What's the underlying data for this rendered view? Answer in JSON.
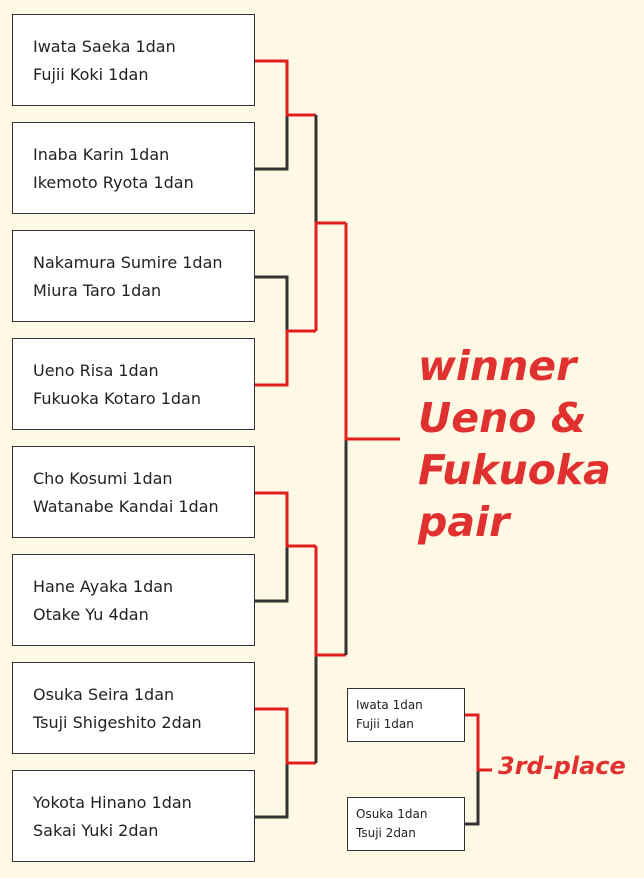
{
  "colors": {
    "background": "#fdf9e4",
    "winner_line": "#e02020",
    "loser_line": "#333333",
    "accent_text": "#e03030"
  },
  "pairs": [
    {
      "player1": "Iwata Saeka 1dan",
      "player2": "Fujii Koki 1dan"
    },
    {
      "player1": "Inaba Karin 1dan",
      "player2": "Ikemoto Ryota 1dan"
    },
    {
      "player1": "Nakamura Sumire 1dan",
      "player2": "Miura Taro 1dan"
    },
    {
      "player1": "Ueno Risa 1dan",
      "player2": "Fukuoka Kotaro 1dan"
    },
    {
      "player1": "Cho Kosumi 1dan",
      "player2": "Watanabe Kandai 1dan"
    },
    {
      "player1": "Hane Ayaka 1dan",
      "player2": "Otake Yu 4dan"
    },
    {
      "player1": "Osuka Seira 1dan",
      "player2": "Tsuji Shigeshito 2dan"
    },
    {
      "player1": "Yokota Hinano 1dan",
      "player2": "Sakai Yuki 2dan"
    }
  ],
  "result": {
    "line1": "winner",
    "line2": "Ueno &",
    "line3": "Fukuoka",
    "line4": "pair"
  },
  "third_place": {
    "label": "3rd-place",
    "pairs": [
      {
        "player1": "Iwata 1dan",
        "player2": "Fujii 1dan"
      },
      {
        "player1": "Osuka 1dan",
        "player2": "Tsuji 2dan"
      }
    ]
  }
}
